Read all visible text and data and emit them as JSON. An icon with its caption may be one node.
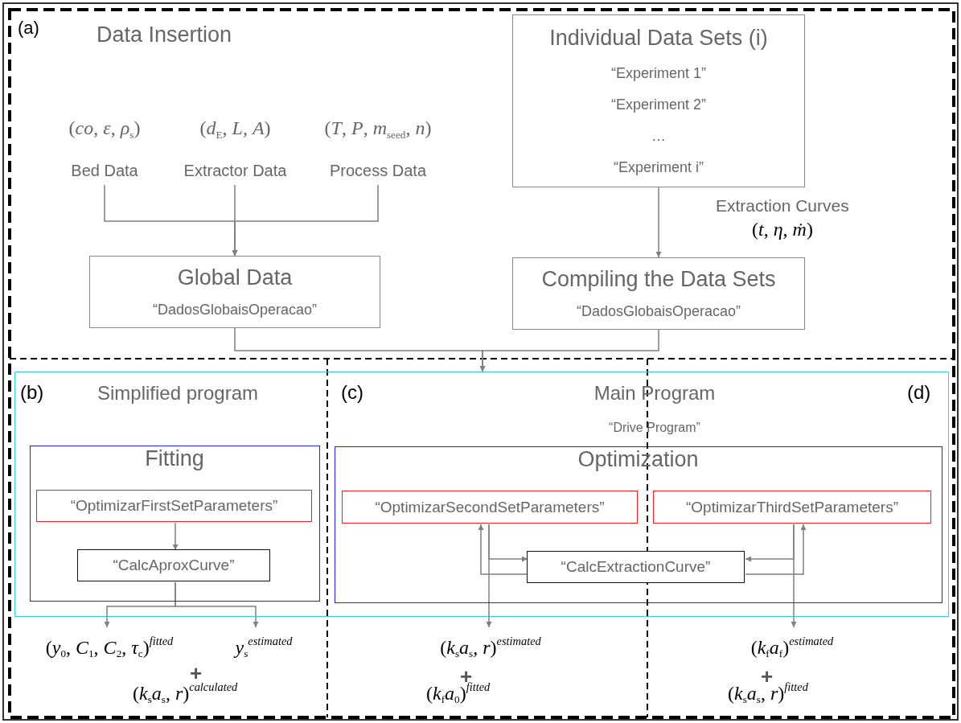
{
  "diagram": {
    "nodes": [
      {
        "text": [
          "Global Data",
          "“DadosGlobaisOperacao”"
        ]
      },
      {
        "text": [
          "Individual Data Sets (i)",
          "“Experiment 1”",
          "“Experiment 2”",
          "…",
          "“Experiment i”"
        ]
      },
      {
        "text": [
          "Compiling the Data Sets",
          "“DadosGlobaisOperacao”"
        ]
      },
      {
        "text": [
          "(*co*, *ε*, *ρ*$_{s}$)",
          "Bed Data"
        ]
      },
      {
        "text": [
          "(*d*$_{E}$, *L*, *A*)",
          "Extractor Data"
        ]
      },
      {
        "text": [
          "(*T*, *P*, *m*$_{seed}$, *n*)",
          "Process Data"
        ]
      },
      {
        "text": [
          "Simplified program",
          "Main Program",
          "“Drive Program”"
        ]
      },
      {
        "text": [
          "Fitting"
        ],
        "in": 6
      },
      {
        "text": [
          "“OptimizarFirstSetParameters”"
        ],
        "in": 7
      },
      {
        "text": [
          "“CalcAproxCurve”"
        ],
        "in": 7
      },
      {
        "text": [
          "Optimization"
        ],
        "in": 6
      },
      {
        "text": [
          "“OptimizarSecondSetParameters”"
        ],
        "in": 10
      },
      {
        "text": [
          "“OptimizarThirdSetParameters”"
        ],
        "in": 10
      },
      {
        "text": [
          "“CalcExtractionCurve”"
        ],
        "in": 10
      },
      {
        "text": [
          "(*y*$_{0}$, *C*$_{1}$, *C*$_{2}$, *τ*$_{c}$)$^{fitted}$"
        ]
      },
      {
        "text": [
          "*y*$_{s}$$^{estimated}$"
        ]
      },
      {
        "text": [
          "(*k*$_{s}$*a*$_{s}$, *r*)$^{estimated}$"
        ]
      },
      {
        "text": [
          "(*k*$_{f}$*a*$_{f}$)$^{estimated}$"
        ]
      }
    ],
    "edges": [
      {
        "from": 3,
        "to": 0,
        "arrow": "to"
      },
      {
        "from": 4,
        "to": 0,
        "arrow": "to"
      },
      {
        "from": 5,
        "to": 0,
        "arrow": "to"
      },
      {
        "from": 1,
        "to": 2,
        "arrow": "to"
      },
      {
        "from": 0,
        "to": 6,
        "arrow": "to"
      },
      {
        "from": 2,
        "to": 6,
        "arrow": "to"
      },
      {
        "from": 8,
        "to": 9,
        "arrow": "to"
      },
      {
        "from": 9,
        "to": 14,
        "arrow": "to"
      },
      {
        "from": 9,
        "to": 15,
        "arrow": "to"
      },
      {
        "from": 11,
        "to": 16,
        "arrow": "to"
      },
      {
        "from": 11,
        "to": 13,
        "arrow": "to"
      },
      {
        "from": 13,
        "to": 11,
        "arrow": "to"
      },
      {
        "from": 12,
        "to": 13,
        "arrow": "to"
      },
      {
        "from": 13,
        "to": 12,
        "arrow": "to"
      },
      {
        "from": 12,
        "to": 17,
        "arrow": "to"
      }
    ],
    "labels": [
      "(a)",
      "Data Insertion",
      "Extraction Curves",
      "(*t*, *η*, *ṁ*)",
      "(b)",
      "(c)",
      "(d)",
      "+",
      "(*k*$_{s}$*a*$_{s}$, *r*)$^{calculated}$",
      "+",
      "(*k*$_{f}$*a*$_{0}$)$^{fitted}$",
      "+",
      "(*k*$_{s}$*a*$_{s}$, *r*)$^{fitted}$"
    ]
  }
}
